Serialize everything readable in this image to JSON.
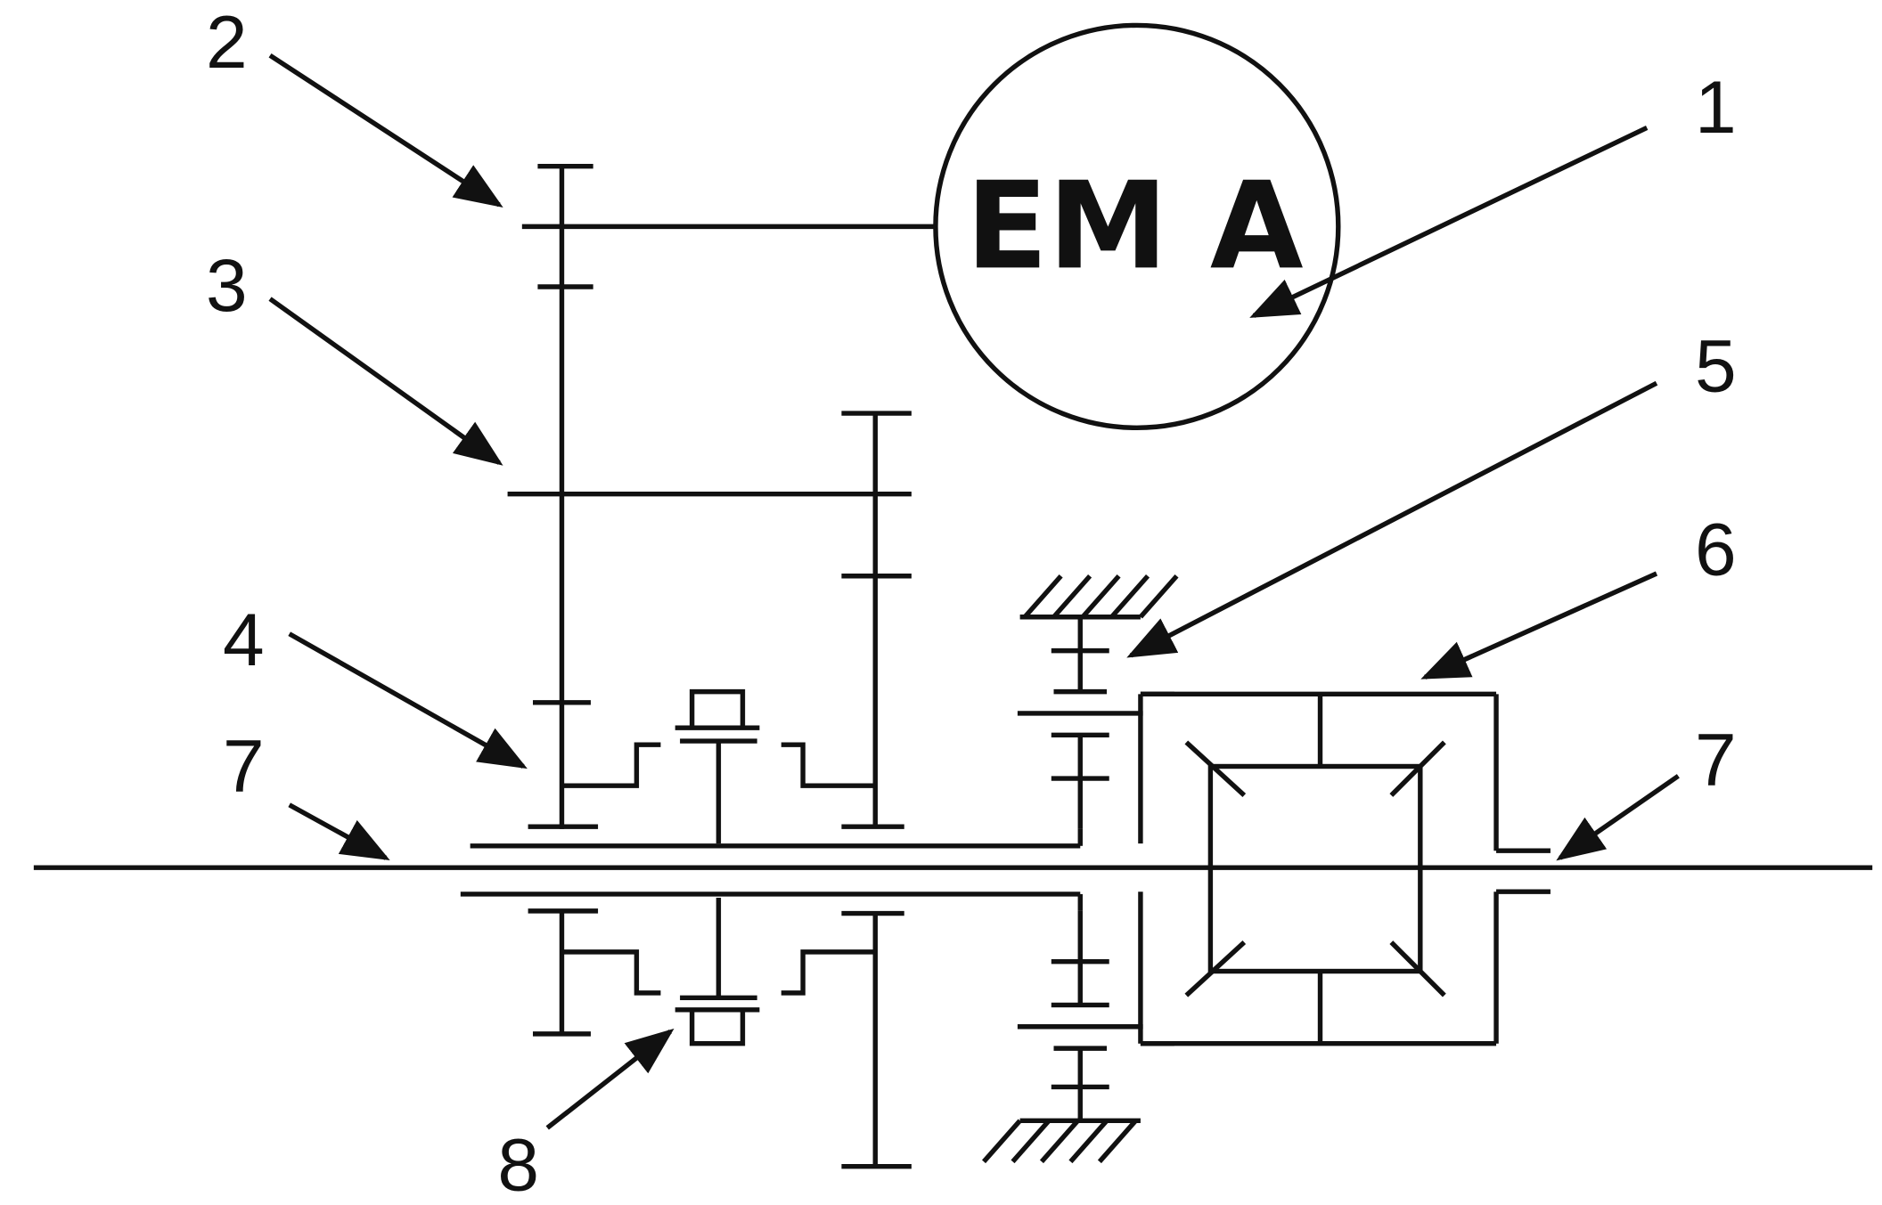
{
  "motor": {
    "label": "EM A"
  },
  "callouts": [
    {
      "id": "1",
      "text": "1"
    },
    {
      "id": "2",
      "text": "2"
    },
    {
      "id": "3",
      "text": "3"
    },
    {
      "id": "4",
      "text": "4"
    },
    {
      "id": "5",
      "text": "5"
    },
    {
      "id": "6",
      "text": "6"
    },
    {
      "id": "7a",
      "text": "7"
    },
    {
      "id": "7b",
      "text": "7"
    },
    {
      "id": "8",
      "text": "8"
    }
  ]
}
